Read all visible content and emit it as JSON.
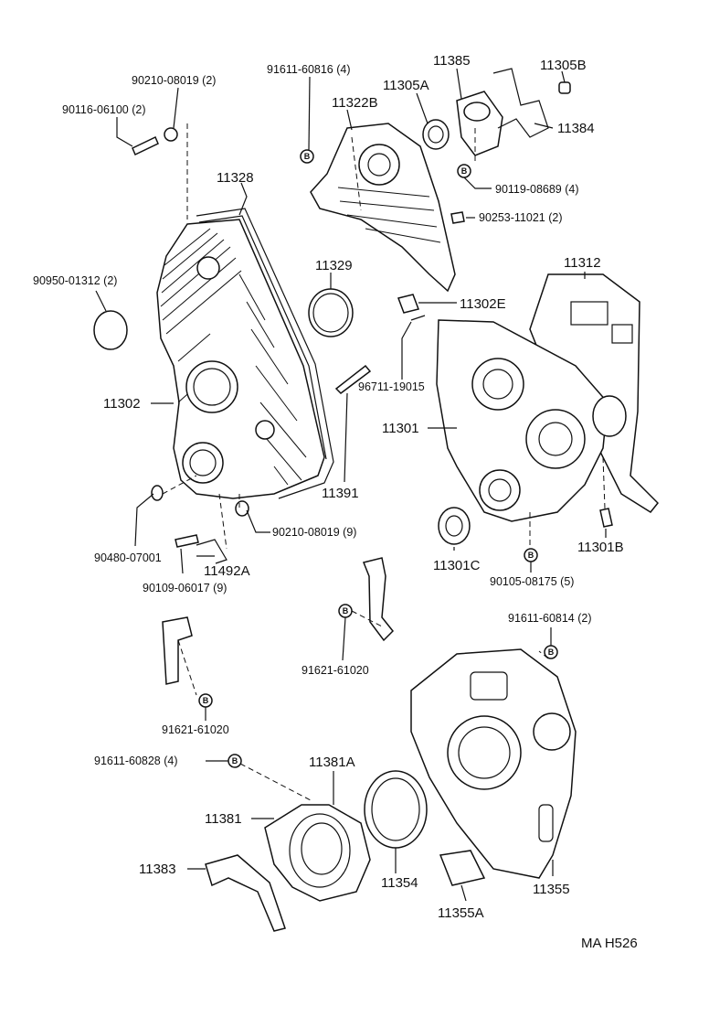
{
  "diagram_code": "MA  H526",
  "bolt_marker": "B",
  "parts": {
    "p90210_08019_top": "90210-08019 (2)",
    "p90116_06100": "90116-06100 (2)",
    "p91611_60816": "91611-60816 (4)",
    "p11385": "11385",
    "p11305B": "11305B",
    "p11305A": "11305A",
    "p11322B": "11322B",
    "p11384": "11384",
    "p90119_08689": "90119-08689 (4)",
    "p11328": "11328",
    "p90253_11021": "90253-11021 (2)",
    "p90950_01312": "90950-01312 (2)",
    "p11329": "11329",
    "p11312": "11312",
    "p11302E": "11302E",
    "p96711_19015": "96711-19015",
    "p11302": "11302",
    "p11301": "11301",
    "p11391": "11391",
    "p90210_08019_bot": "90210-08019 (9)",
    "p90480_07001": "90480-07001",
    "p11492A": "11492A",
    "p90109_06017": "90109-06017 (9)",
    "p11301C": "11301C",
    "p11301B": "11301B",
    "p90105_08175": "90105-08175 (5)",
    "p91611_60814": "91611-60814 (2)",
    "p91621_61020_mid": "91621-61020",
    "p91621_61020_left": "91621-61020",
    "p91611_60828": "91611-60828 (4)",
    "p11381A": "11381A",
    "p11381": "11381",
    "p11383": "11383",
    "p11354": "11354",
    "p11355": "11355",
    "p11355A": "11355A"
  }
}
